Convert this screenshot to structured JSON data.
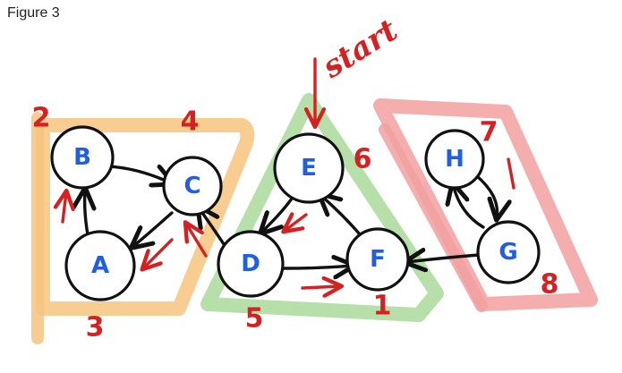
{
  "figure_label": "Figure 3",
  "start_label": "start",
  "colors": {
    "node_outline": "#111111",
    "node_letter": "#1f5fe0",
    "annotation": "#d42222",
    "scc_orange": "#f6c47f",
    "scc_green": "#a9d99b",
    "scc_red": "#f2a0a0"
  },
  "nodes": [
    {
      "id": "B",
      "label": "B"
    },
    {
      "id": "C",
      "label": "C"
    },
    {
      "id": "A",
      "label": "A"
    },
    {
      "id": "E",
      "label": "E"
    },
    {
      "id": "D",
      "label": "D"
    },
    {
      "id": "F",
      "label": "F"
    },
    {
      "id": "H",
      "label": "H"
    },
    {
      "id": "G",
      "label": "G"
    }
  ],
  "edges": [
    {
      "from": "B",
      "to": "C"
    },
    {
      "from": "A",
      "to": "B"
    },
    {
      "from": "C",
      "to": "A"
    },
    {
      "from": "D",
      "to": "C"
    },
    {
      "from": "E",
      "to": "D"
    },
    {
      "from": "D",
      "to": "F"
    },
    {
      "from": "F",
      "to": "E"
    },
    {
      "from": "G",
      "to": "F"
    },
    {
      "from": "G",
      "to": "H"
    },
    {
      "from": "H",
      "to": "G"
    }
  ],
  "annotations": {
    "B": "2",
    "C": "4",
    "A": "3",
    "E": "6",
    "D": "5",
    "F": "1",
    "H": "7",
    "G": "8"
  }
}
